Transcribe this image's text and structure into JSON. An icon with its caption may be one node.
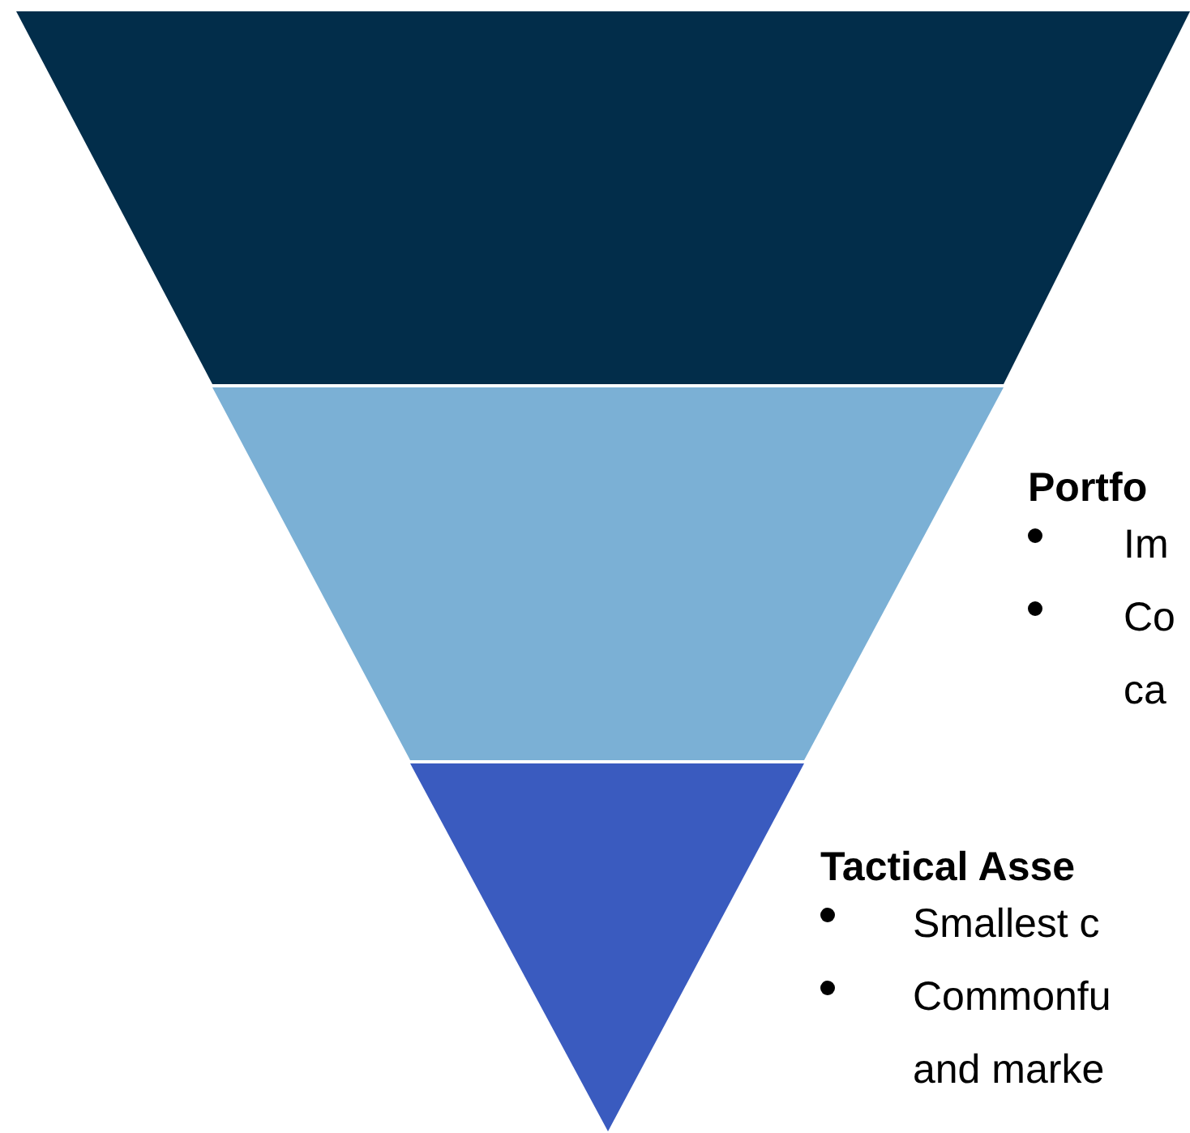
{
  "diagram": {
    "nodes": [
      {
        "text": [],
        "shape": "trapezoid"
      },
      {
        "text": [],
        "shape": "trapezoid",
        "beside": [
          "Portfo",
          "Im",
          "Co ca"
        ]
      },
      {
        "text": [],
        "shape": "triangle",
        "beside": [
          "Tactical Asse",
          "Smallest c",
          "Commonfu and marke"
        ]
      }
    ]
  }
}
